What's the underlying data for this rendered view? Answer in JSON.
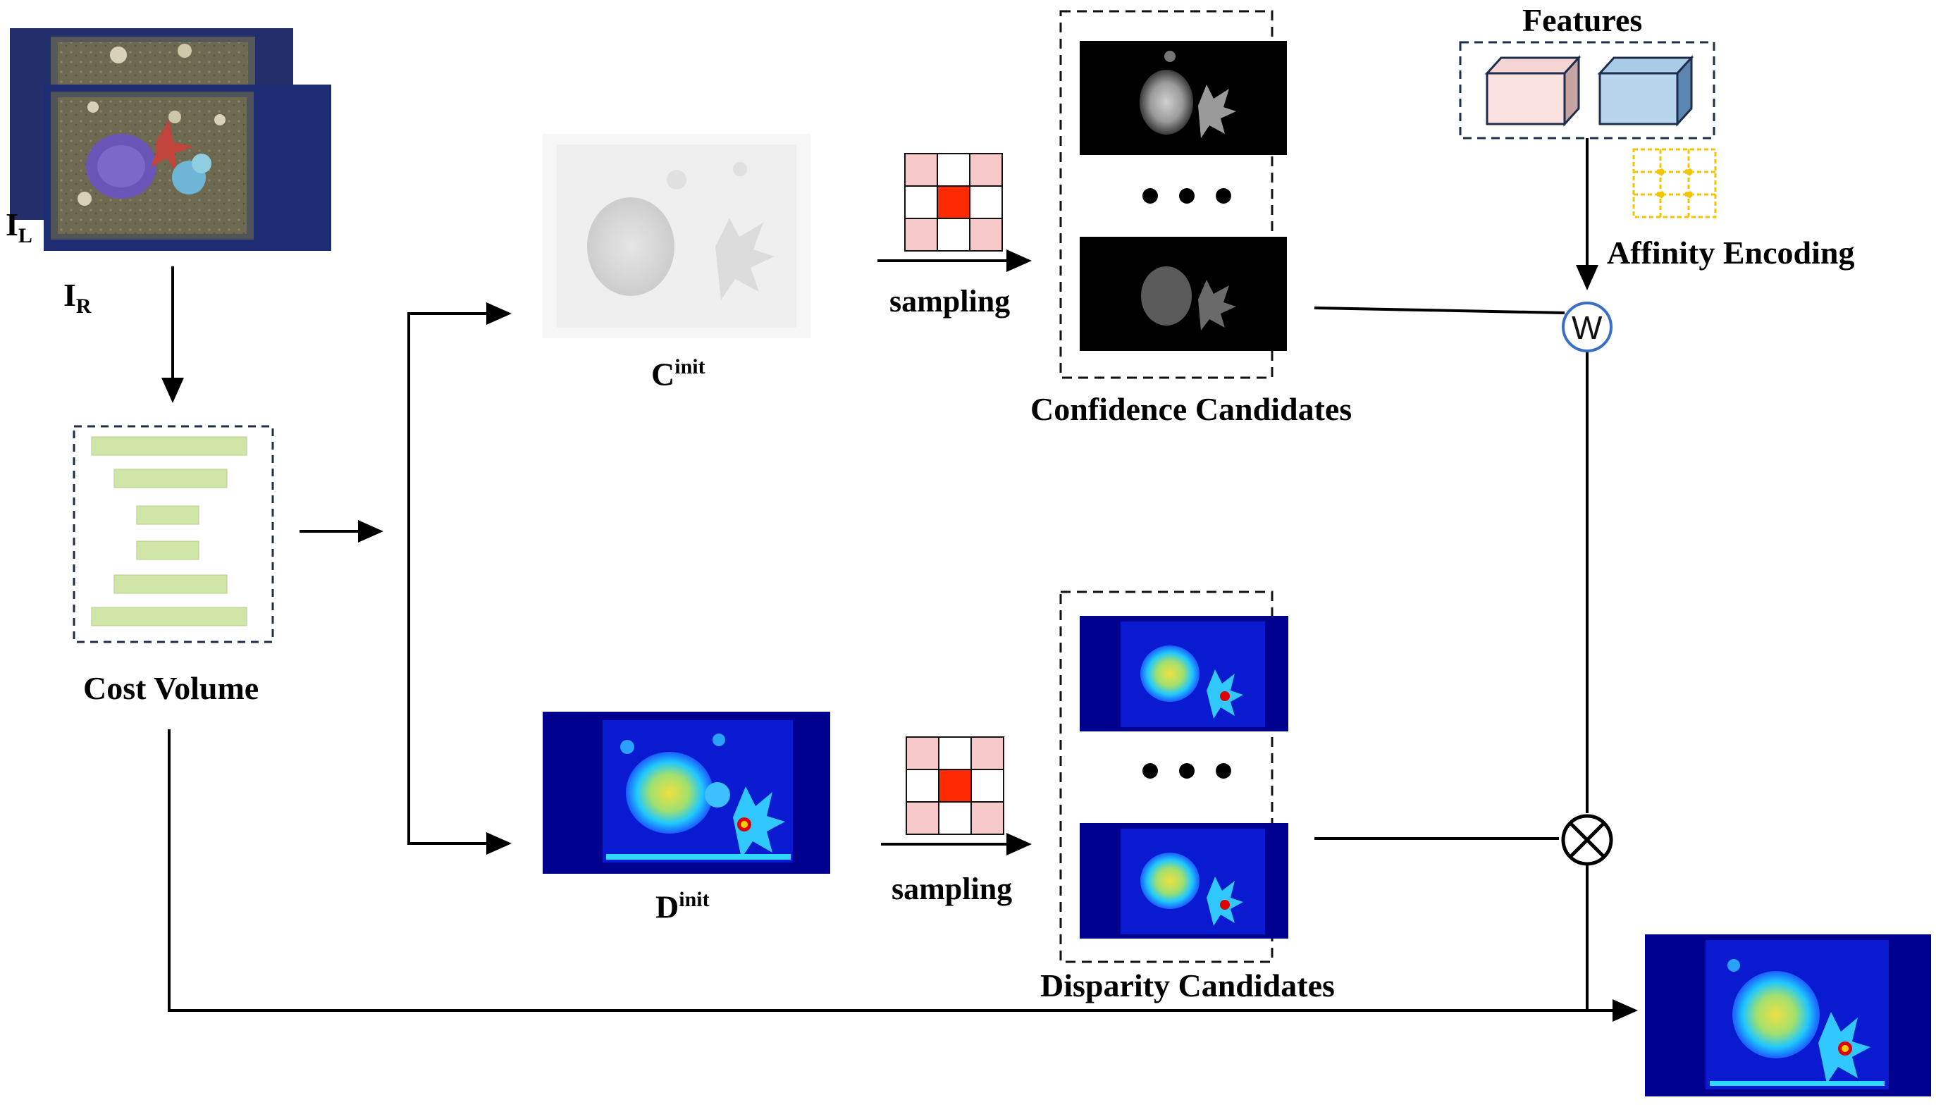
{
  "inputs": {
    "left_letter": "I",
    "left_sub": "L",
    "right_letter": "I",
    "right_sub": "R"
  },
  "cost_volume": {
    "label": "Cost Volume"
  },
  "confidence_init": {
    "letter": "C",
    "sup": "init"
  },
  "disparity_init": {
    "letter": "D",
    "sup": "init"
  },
  "sampling_labels": [
    "sampling",
    "sampling"
  ],
  "confidence_candidates": {
    "label": "Confidence Candidates"
  },
  "disparity_candidates": {
    "label": "Disparity Candidates"
  },
  "features": {
    "label": "Features"
  },
  "affinity": {
    "label": "Affinity Encoding"
  },
  "ops": {
    "weight_symbol": "W"
  },
  "colors": {
    "arrow": "#000000",
    "dashed_border": "#1f2d4d",
    "cost_bar": "#cfe6a8",
    "sampling_center": "#ff2a00",
    "sampling_corner": "#f7c9c9",
    "feature_pink": "#fbe0e0",
    "feature_blue": "#b7d6ee",
    "affinity_yellow": "#f2c500",
    "weight_circle": "#3a6fc4",
    "heat_dark_blue": "#00008f",
    "heat_cyan": "#20d0ff",
    "heat_yellow": "#e8e030",
    "heat_red": "#e00000"
  }
}
